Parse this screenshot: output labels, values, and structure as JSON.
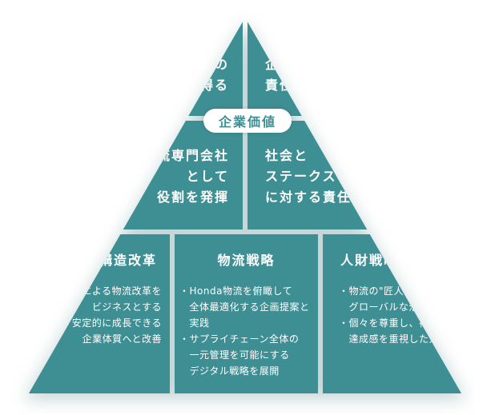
{
  "badge": "企業価値",
  "top": {
    "left_partial": "らの\nを得る",
    "right_partial": "企業\n責任を"
  },
  "middle": {
    "left_partial": "物流専門会社\nとして\n役割を発揮",
    "right_partial": "社会と\nステークスホ\nに対する責任"
  },
  "bottom": {
    "left": {
      "title_partial": "構造改革",
      "body_partial": "による物流改革を\nビジネスとする\n安定的に成長できる\n企業体質へと改善"
    },
    "center": {
      "title": "物流戦略",
      "body": "・Honda物流を俯瞰して\n　全体最適化する企画提案と\n　実践\n・サプライチェーン全体の\n　一元管理を可能にする\n　デジタル戦略を展開"
    },
    "right": {
      "title_partial": "人財戦略",
      "body_partial": "・物流の\"匠人材\"\n　グローバルな活躍\n・個々を尊重し、存在\n　達成感を重視した人財"
    }
  },
  "colors": {
    "teal": "#3e8f94",
    "white": "#ffffff"
  }
}
